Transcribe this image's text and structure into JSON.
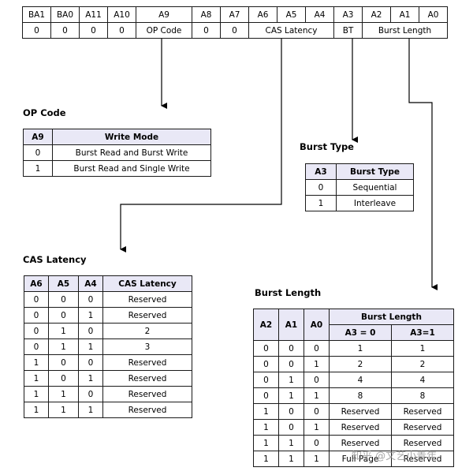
{
  "register": {
    "bits": [
      "BA1",
      "BA0",
      "A11",
      "A10",
      "A9",
      "A8",
      "A7",
      "A6",
      "A5",
      "A4",
      "A3",
      "A2",
      "A1",
      "A0"
    ],
    "fields": [
      "0",
      "0",
      "0",
      "0",
      "OP Code",
      "0",
      "0",
      "CAS Latency",
      "BT",
      "Burst Length"
    ]
  },
  "op_code": {
    "title": "OP Code",
    "headers": [
      "A9",
      "Write Mode"
    ],
    "rows": [
      [
        "0",
        "Burst Read and Burst Write"
      ],
      [
        "1",
        "Burst Read and Single Write"
      ]
    ]
  },
  "burst_type": {
    "title": "Burst Type",
    "headers": [
      "A3",
      "Burst Type"
    ],
    "rows": [
      [
        "0",
        "Sequential"
      ],
      [
        "1",
        "Interleave"
      ]
    ]
  },
  "cas_latency": {
    "title": "CAS Latency",
    "headers": [
      "A6",
      "A5",
      "A4",
      "CAS Latency"
    ],
    "rows": [
      [
        "0",
        "0",
        "0",
        "Reserved"
      ],
      [
        "0",
        "0",
        "1",
        "Reserved"
      ],
      [
        "0",
        "1",
        "0",
        "2"
      ],
      [
        "0",
        "1",
        "1",
        "3"
      ],
      [
        "1",
        "0",
        "0",
        "Reserved"
      ],
      [
        "1",
        "0",
        "1",
        "Reserved"
      ],
      [
        "1",
        "1",
        "0",
        "Reserved"
      ],
      [
        "1",
        "1",
        "1",
        "Reserved"
      ]
    ]
  },
  "burst_length": {
    "title": "Burst Length",
    "headers": [
      "A2",
      "A1",
      "A0",
      "Burst Length"
    ],
    "subheaders": [
      "A3 = 0",
      "A3=1"
    ],
    "rows": [
      [
        "0",
        "0",
        "0",
        "1",
        "1"
      ],
      [
        "0",
        "0",
        "1",
        "2",
        "2"
      ],
      [
        "0",
        "1",
        "0",
        "4",
        "4"
      ],
      [
        "0",
        "1",
        "1",
        "8",
        "8"
      ],
      [
        "1",
        "0",
        "0",
        "Reserved",
        "Reserved"
      ],
      [
        "1",
        "0",
        "1",
        "Reserved",
        "Reserved"
      ],
      [
        "1",
        "1",
        "0",
        "Reserved",
        "Reserved"
      ],
      [
        "1",
        "1",
        "1",
        "Full Page",
        "Reserved"
      ]
    ]
  },
  "watermark": "知乎 @文艺小青年"
}
